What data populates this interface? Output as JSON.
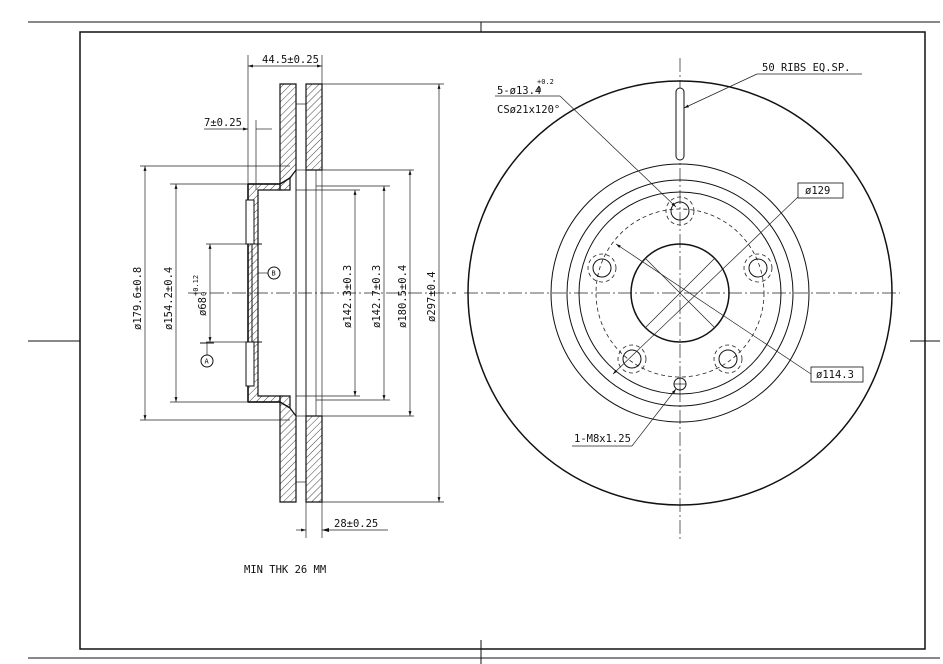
{
  "drawing": {
    "side_view": {
      "dim_total_width": "44.5±0.25",
      "dim_hat_step": "7±0.25",
      "dim_disc_thickness": "28±0.25",
      "dia_179": "ø179.6±0.8",
      "dia_154": "ø154.2±0.4",
      "dia_68": "ø68",
      "dia_68_tol_upper": "+0.12",
      "dia_68_tol_lower": "0",
      "dia_142_3": "ø142.3±0.3",
      "dia_142_7": "ø142.7±0.3",
      "dia_180_5": "ø180.5±0.4",
      "dia_297": "ø297±0.4",
      "datum_a": "A",
      "datum_b": "B"
    },
    "front_view": {
      "holes_label": "5-ø13.4",
      "holes_tol_upper": "+0.2",
      "holes_tol_lower": "0",
      "countersink_label": "CSø21x120°",
      "ribs_label": "50 RIBS EQ.SP.",
      "dia_129": "ø129",
      "dia_114": "ø114.3",
      "thread_label": "1-M8x1.25"
    },
    "note": "MIN THK 26 MM"
  }
}
